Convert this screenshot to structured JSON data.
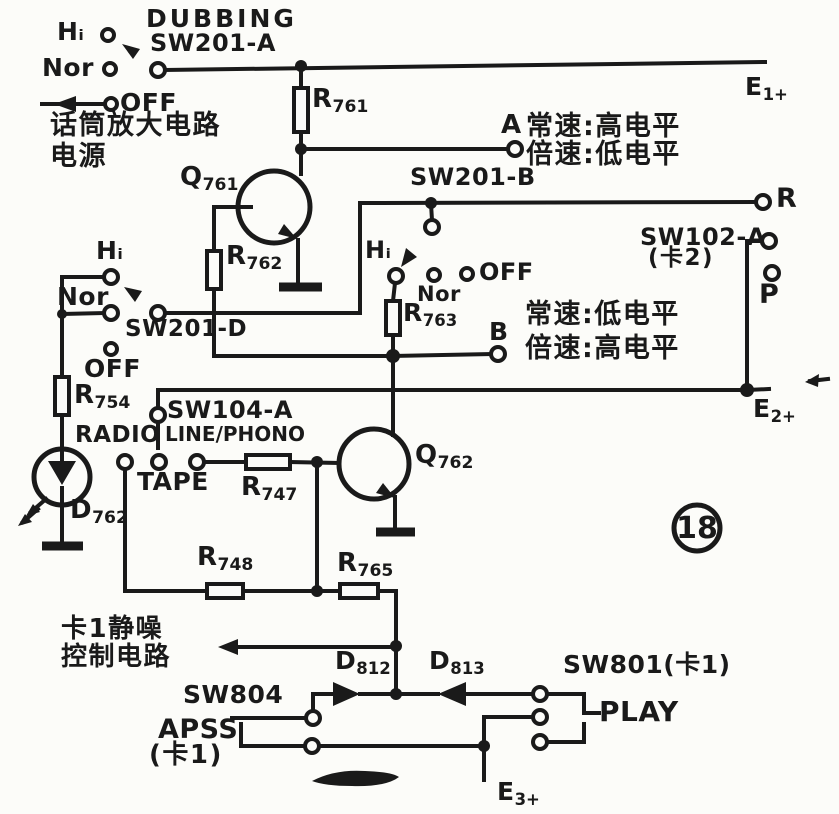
{
  "figure": {
    "number": "18"
  },
  "colors": {
    "ink": "#1a1a1a",
    "paper": "#fcfcf9"
  },
  "labels": {
    "dubbing": "DUBBING",
    "sw201a": "SW201-A",
    "sw201b": "SW201-B",
    "sw201d": "SW201-D",
    "sw104a": "SW104-A",
    "sw102a": "SW102-A",
    "sw102a_deck": "(卡2)",
    "sw804": "SW804",
    "sw801": "SW801(卡1)",
    "apss": "APSS",
    "apss_deck": "(卡1)",
    "play": "PLAY",
    "hi": "Hᵢ",
    "nor": "Nor",
    "off": "OFF",
    "radio": "RADIO",
    "tape": "TAPE",
    "line_phono": "LINE/PHONO",
    "terminal_a": "A",
    "terminal_b": "B",
    "terminal_r": "R",
    "terminal_p": "P",
    "note_a_1": "常速:高电平",
    "note_a_2": "倍速:低电平",
    "note_b_1": "常速:低电平",
    "note_b_2": "倍速:高电平",
    "mic_power_1": "话筒放大电路",
    "mic_power_2": "电源",
    "mute_1": "卡1静噪",
    "mute_2": "控制电路"
  },
  "components": {
    "r761": {
      "p": "R",
      "s": "761"
    },
    "r762": {
      "p": "R",
      "s": "762"
    },
    "r763": {
      "p": "R",
      "s": "763"
    },
    "r754": {
      "p": "R",
      "s": "754"
    },
    "r747": {
      "p": "R",
      "s": "747"
    },
    "r748": {
      "p": "R",
      "s": "748"
    },
    "r765": {
      "p": "R",
      "s": "765"
    },
    "q761": {
      "p": "Q",
      "s": "761"
    },
    "q762": {
      "p": "Q",
      "s": "762"
    },
    "d762": {
      "p": "D",
      "s": "762"
    },
    "d812": {
      "p": "D",
      "s": "812"
    },
    "d813": {
      "p": "D",
      "s": "813"
    },
    "e1": {
      "p": "E",
      "s": "1+"
    },
    "e2": {
      "p": "E",
      "s": "2+"
    },
    "e3": {
      "p": "E",
      "s": "3+"
    }
  }
}
